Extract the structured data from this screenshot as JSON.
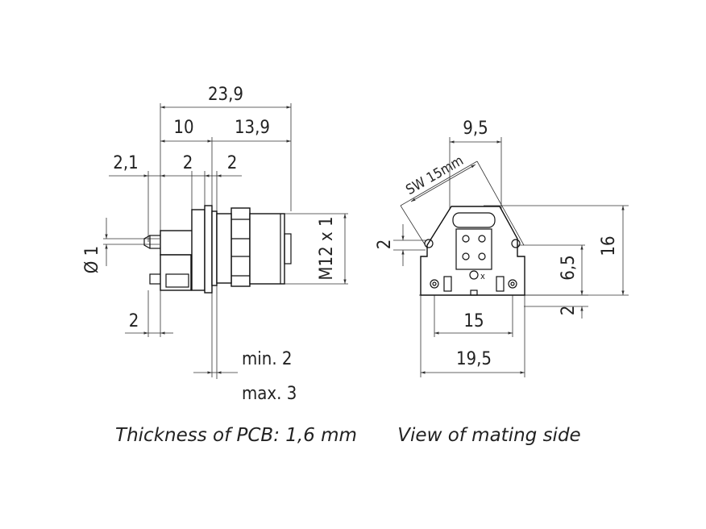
{
  "side_view": {
    "dims": {
      "overall": "23,9",
      "left_part": "10",
      "right_part": "13,9",
      "pin_offset": "2,1",
      "seg_a": "2",
      "seg_b": "2",
      "pin_diameter": "Ø 1",
      "thread": "M12 x 1",
      "pin_pitch": "2",
      "min": "min. 2",
      "max": "max. 3"
    },
    "caption": "Thickness of PCB: 1,6 mm"
  },
  "front_view": {
    "dims": {
      "width_top": "9,5",
      "wrench": "SW 15mm",
      "left_small": "2",
      "height": "16",
      "mid_height": "6,5",
      "bottom_small": "2",
      "hole_spacing": "15",
      "overall_width": "19,5"
    },
    "caption": "View of mating side"
  }
}
